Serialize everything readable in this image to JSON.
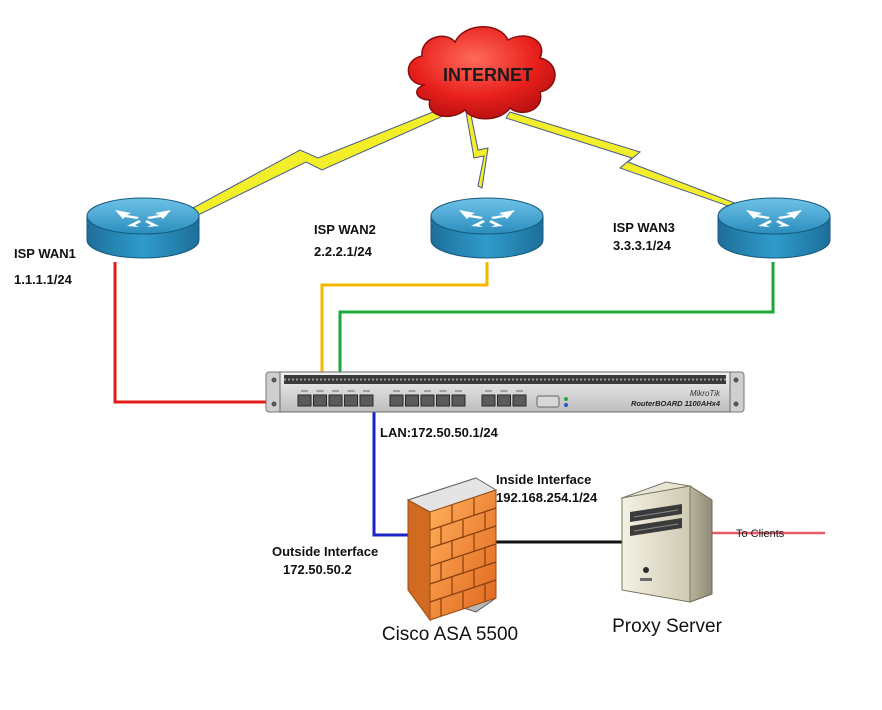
{
  "cloud": {
    "label": "INTERNET"
  },
  "wan1": {
    "name": "ISP WAN1",
    "ip": "1.1.1.1/24"
  },
  "wan2": {
    "name": "ISP WAN2",
    "ip": "2.2.2.1/24"
  },
  "wan3": {
    "name": "ISP WAN3",
    "ip": "3.3.3.1/24"
  },
  "router_board": {
    "brand": "MikroTik",
    "model": "RouterBOARD 1100AHx4"
  },
  "lan": {
    "label": "LAN:172.50.50.1/24"
  },
  "firewall": {
    "caption": "Cisco ASA 5500",
    "inside_title": "Inside Interface",
    "inside_ip": "192.168.254.1/24",
    "outside_title": "Outside Interface",
    "outside_ip": "172.50.50.2"
  },
  "proxy": {
    "caption": "Proxy Server",
    "clients_label": "To Clients"
  },
  "colors": {
    "wan1_link": "#e31b1b",
    "wan2_link": "#f5b800",
    "wan3_link": "#1aa83a",
    "lan_link": "#1a23c8",
    "inside_link": "#111111",
    "clients_link": "#e85a6a",
    "bolt": "#f2ef2a",
    "cloud": "#e8201c",
    "router_blue": "#2e95c4",
    "firewall_orange": "#f07a2a"
  },
  "icons": [
    "cloud-icon",
    "router-icon",
    "switch-icon",
    "firewall-icon",
    "server-icon",
    "lightning-bolt-icon"
  ]
}
